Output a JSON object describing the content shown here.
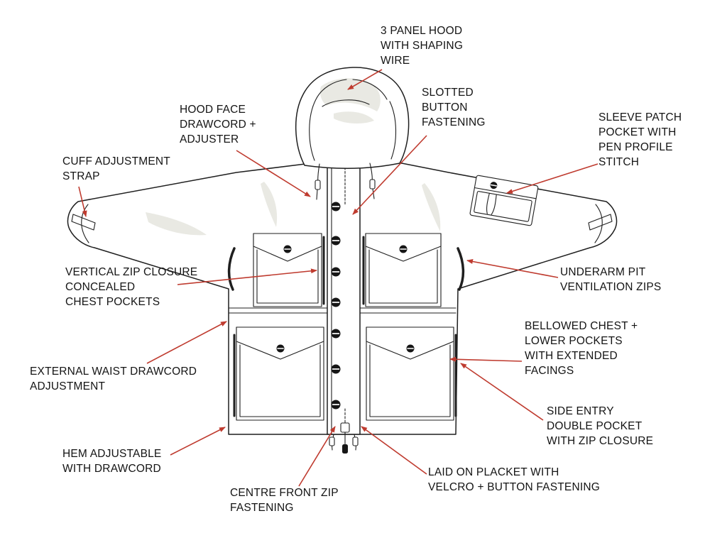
{
  "colors": {
    "arrow": "#bf3b2f",
    "ink": "#1f1f1f",
    "shade": "#e9e9e3"
  },
  "labels": [
    {
      "name": "three-panel-hood",
      "text": "3 PANEL HOOD\nWITH SHAPING\nWIRE"
    },
    {
      "name": "hood-face-drawcord",
      "text": "HOOD FACE\nDRAWCORD +\nADJUSTER"
    },
    {
      "name": "slotted-button-fastening",
      "text": "SLOTTED\nBUTTON\nFASTENING"
    },
    {
      "name": "sleeve-patch-pocket",
      "text": "SLEEVE PATCH\nPOCKET WITH\nPEN PROFILE\nSTITCH"
    },
    {
      "name": "cuff-adjustment-strap",
      "text": "CUFF ADJUSTMENT\nSTRAP"
    },
    {
      "name": "vertical-zip-chest-pockets",
      "text": "VERTICAL ZIP CLOSURE\nCONCEALED\nCHEST POCKETS"
    },
    {
      "name": "underarm-pit-zips",
      "text": "UNDERARM PIT\nVENTILATION ZIPS"
    },
    {
      "name": "external-waist-drawcord",
      "text": "EXTERNAL WAIST DRAWCORD\nADJUSTMENT"
    },
    {
      "name": "bellowed-pockets",
      "text": "BELLOWED CHEST +\nLOWER POCKETS\nWITH EXTENDED\nFACINGS"
    },
    {
      "name": "side-entry-double-pocket",
      "text": "SIDE ENTRY\nDOUBLE POCKET\nWITH ZIP CLOSURE"
    },
    {
      "name": "hem-drawcord",
      "text": "HEM ADJUSTABLE\nWITH DRAWCORD"
    },
    {
      "name": "centre-front-zip",
      "text": "CENTRE FRONT ZIP\nFASTENING"
    },
    {
      "name": "laid-on-placket",
      "text": "LAID ON PLACKET WITH\nVELCRO + BUTTON FASTENING"
    }
  ]
}
